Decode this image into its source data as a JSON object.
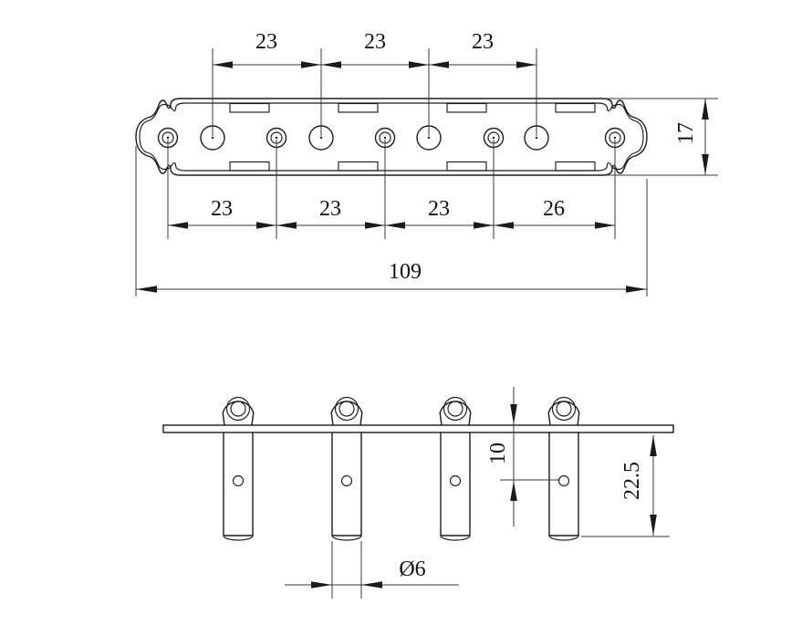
{
  "colors": {
    "object_line": "#1b1b1b",
    "dim_line": "#3a3a3a",
    "text": "#111111",
    "background": "#ffffff"
  },
  "top_view": {
    "pitch_dims_top": [
      "23",
      "23",
      "23"
    ],
    "pitch_dims_bottom": [
      "23",
      "23",
      "23",
      "26"
    ],
    "overall_length_dim": "109",
    "plate_height_dim": "17"
  },
  "side_view": {
    "hole_offset_dim": "10",
    "post_length_dim": "22.5",
    "post_diameter_dim": "Ø6"
  }
}
